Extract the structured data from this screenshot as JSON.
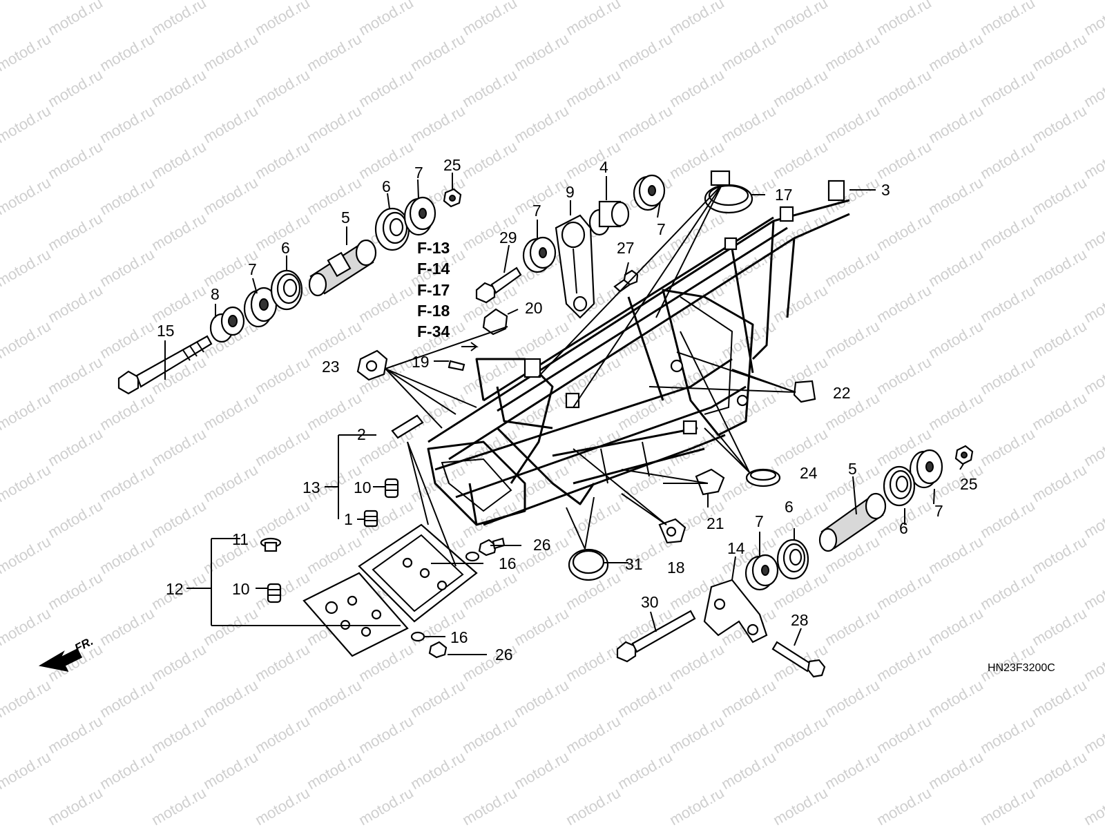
{
  "watermark": "motod.ru",
  "diagram_code": "HN23F3200C",
  "front_marker": "FR.",
  "reference_codes": [
    "F-13",
    "F-14",
    "F-17",
    "F-18",
    "F-34"
  ],
  "callouts": [
    {
      "id": "c1",
      "label": "1"
    },
    {
      "id": "c2",
      "label": "2"
    },
    {
      "id": "c3",
      "label": "3"
    },
    {
      "id": "c4",
      "label": "4"
    },
    {
      "id": "c5a",
      "label": "5"
    },
    {
      "id": "c5b",
      "label": "5"
    },
    {
      "id": "c6a",
      "label": "6"
    },
    {
      "id": "c6b",
      "label": "6"
    },
    {
      "id": "c6c",
      "label": "6"
    },
    {
      "id": "c6d",
      "label": "6"
    },
    {
      "id": "c7a",
      "label": "7"
    },
    {
      "id": "c7b",
      "label": "7"
    },
    {
      "id": "c7c",
      "label": "7"
    },
    {
      "id": "c7d",
      "label": "7"
    },
    {
      "id": "c7e",
      "label": "7"
    },
    {
      "id": "c7f",
      "label": "7"
    },
    {
      "id": "c8",
      "label": "8"
    },
    {
      "id": "c9",
      "label": "9"
    },
    {
      "id": "c10a",
      "label": "10"
    },
    {
      "id": "c10b",
      "label": "10"
    },
    {
      "id": "c11",
      "label": "11"
    },
    {
      "id": "c12",
      "label": "12"
    },
    {
      "id": "c13",
      "label": "13"
    },
    {
      "id": "c14",
      "label": "14"
    },
    {
      "id": "c15",
      "label": "15"
    },
    {
      "id": "c16a",
      "label": "16"
    },
    {
      "id": "c16b",
      "label": "16"
    },
    {
      "id": "c17",
      "label": "17"
    },
    {
      "id": "c18",
      "label": "18"
    },
    {
      "id": "c19",
      "label": "19"
    },
    {
      "id": "c20",
      "label": "20"
    },
    {
      "id": "c21",
      "label": "21"
    },
    {
      "id": "c22",
      "label": "22"
    },
    {
      "id": "c23",
      "label": "23"
    },
    {
      "id": "c24",
      "label": "24"
    },
    {
      "id": "c25a",
      "label": "25"
    },
    {
      "id": "c25b",
      "label": "25"
    },
    {
      "id": "c26a",
      "label": "26"
    },
    {
      "id": "c26b",
      "label": "26"
    },
    {
      "id": "c27",
      "label": "27"
    },
    {
      "id": "c28",
      "label": "28"
    },
    {
      "id": "c29",
      "label": "29"
    },
    {
      "id": "c30",
      "label": "30"
    },
    {
      "id": "c31",
      "label": "31"
    }
  ]
}
